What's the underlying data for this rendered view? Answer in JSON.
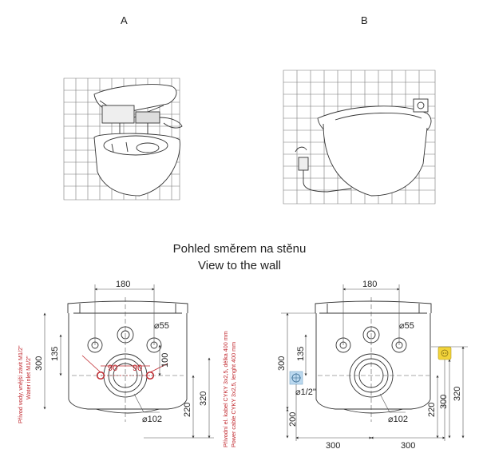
{
  "labels": {
    "a": "A",
    "b": "B"
  },
  "title": {
    "cz": "Pohled směrem na stěnu",
    "en": "View to the wall"
  },
  "left_view": {
    "dims": {
      "width_top": "180",
      "hole_dia": "55",
      "h135": "135",
      "h300": "300",
      "h100": "100",
      "h220": "220",
      "h320": "320",
      "d102": "102",
      "w90a": "90",
      "w90b": "90"
    },
    "notes": {
      "water_cz": "Přívod vody, vnější závit M1/2\"",
      "water_en": "Water inlet M1/2\"",
      "power_cz": "Přívodní el. kabel CYKY 3x2,5, délka 400 mm",
      "power_en": "Power cable CYKY 3x2,5, lenght 400 mm"
    }
  },
  "right_view": {
    "dims": {
      "width_top": "180",
      "hole_dia": "55",
      "h135": "135",
      "h300": "300",
      "h200": "200",
      "h220": "220",
      "h300b": "300",
      "h320": "320",
      "d102": "102",
      "thread": "1/2\"",
      "w300a": "300",
      "w300b": "300"
    }
  },
  "colors": {
    "accent_red": "#c0272d",
    "water_box": "#bcd9ef",
    "socket_box": "#f2d43a"
  }
}
